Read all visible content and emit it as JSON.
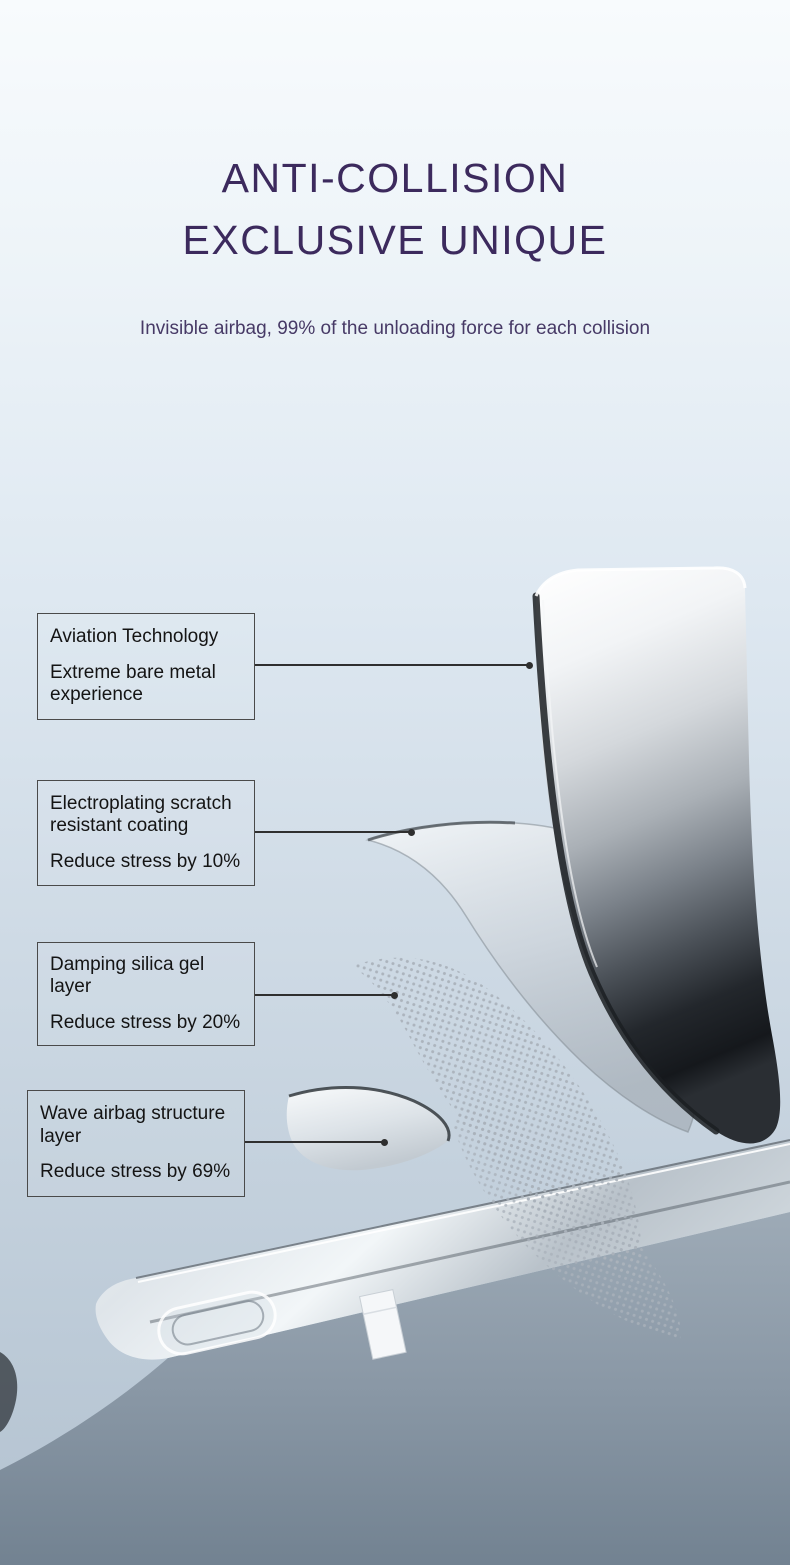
{
  "header": {
    "title_line1": "ANTI-COLLISION",
    "title_line2": "EXCLUSIVE UNIQUE",
    "subtitle": "Invisible airbag, 99% of the unloading force for each collision"
  },
  "callouts": [
    {
      "title": "Aviation Technology",
      "desc": "Extreme bare metal experience"
    },
    {
      "title": "Electroplating scratch resistant coating",
      "desc": "Reduce stress by 10%"
    },
    {
      "title": "Damping silica gel layer",
      "desc": "Reduce stress by 20%"
    },
    {
      "title": "Wave airbag structure layer",
      "desc": "Reduce stress by 69%"
    }
  ],
  "colors": {
    "title_purple": "#3c2a5d",
    "subtitle_purple": "#473a66",
    "callout_border": "#4a4a4a",
    "leader_line": "#2f2f2f",
    "background_top": "#f8fbfd",
    "background_bottom": "#b3c2d0"
  },
  "illustration": {
    "name": "phone-case-exploded-layers",
    "layers": [
      "mirror-shell",
      "frosted-coating",
      "damping-mesh",
      "wave-airbag-flap",
      "phone-body"
    ]
  }
}
